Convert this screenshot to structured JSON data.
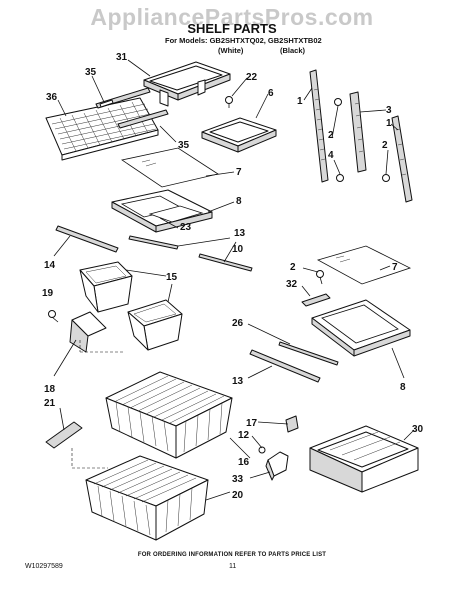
{
  "watermark": "AppliancePartsPros.com",
  "title": "SHELF PARTS",
  "models_line": "For Models: GB2SHTXTQ02, GB2SHTXTB02",
  "color_white": "(White)",
  "color_black": "(Black)",
  "footer_note": "FOR ORDERING INFORMATION REFER TO PARTS PRICE LIST",
  "footer_docnum": "W10297589",
  "footer_page": "11",
  "callouts": {
    "c31": "31",
    "c35a": "35",
    "c36": "36",
    "c22": "22",
    "c6": "6",
    "c35b": "35",
    "c1a": "1",
    "c2a": "2",
    "c4": "4",
    "c3": "3",
    "c1b": "1",
    "c2b": "2",
    "c7a": "7",
    "c8a": "8",
    "c23": "23",
    "c10": "10",
    "c13a": "13",
    "c14": "14",
    "c15": "15",
    "c19": "19",
    "c2c": "2",
    "c7b": "7",
    "c32": "32",
    "c26": "26",
    "c13b": "13",
    "c8b": "8",
    "c18": "18",
    "c21": "21",
    "c17": "17",
    "c12": "12",
    "c30": "30",
    "c16": "16",
    "c33": "33",
    "c20": "20"
  }
}
